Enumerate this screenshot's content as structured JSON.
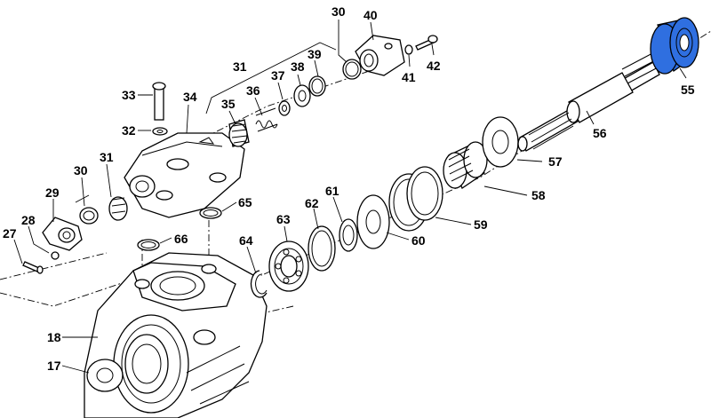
{
  "diagram": {
    "highlight_color": "#2f6fe0",
    "callouts": [
      {
        "id": "c30a",
        "text": "30"
      },
      {
        "id": "c40",
        "text": "40"
      },
      {
        "id": "c31a",
        "text": "31"
      },
      {
        "id": "c39",
        "text": "39"
      },
      {
        "id": "c38",
        "text": "38"
      },
      {
        "id": "c37",
        "text": "37"
      },
      {
        "id": "c36",
        "text": "36"
      },
      {
        "id": "c35",
        "text": "35"
      },
      {
        "id": "c34",
        "text": "34"
      },
      {
        "id": "c33",
        "text": "33"
      },
      {
        "id": "c32",
        "text": "32"
      },
      {
        "id": "c31b",
        "text": "31"
      },
      {
        "id": "c30b",
        "text": "30"
      },
      {
        "id": "c29",
        "text": "29"
      },
      {
        "id": "c28",
        "text": "28"
      },
      {
        "id": "c27",
        "text": "27"
      },
      {
        "id": "c41",
        "text": "41"
      },
      {
        "id": "c42",
        "text": "42"
      },
      {
        "id": "c55",
        "text": "55"
      },
      {
        "id": "c56",
        "text": "56"
      },
      {
        "id": "c57",
        "text": "57"
      },
      {
        "id": "c58",
        "text": "58"
      },
      {
        "id": "c59",
        "text": "59"
      },
      {
        "id": "c60",
        "text": "60"
      },
      {
        "id": "c61",
        "text": "61"
      },
      {
        "id": "c62",
        "text": "62"
      },
      {
        "id": "c63",
        "text": "63"
      },
      {
        "id": "c64",
        "text": "64"
      },
      {
        "id": "c65",
        "text": "65"
      },
      {
        "id": "c66",
        "text": "66"
      },
      {
        "id": "c18",
        "text": "18"
      },
      {
        "id": "c17",
        "text": "17"
      }
    ]
  }
}
